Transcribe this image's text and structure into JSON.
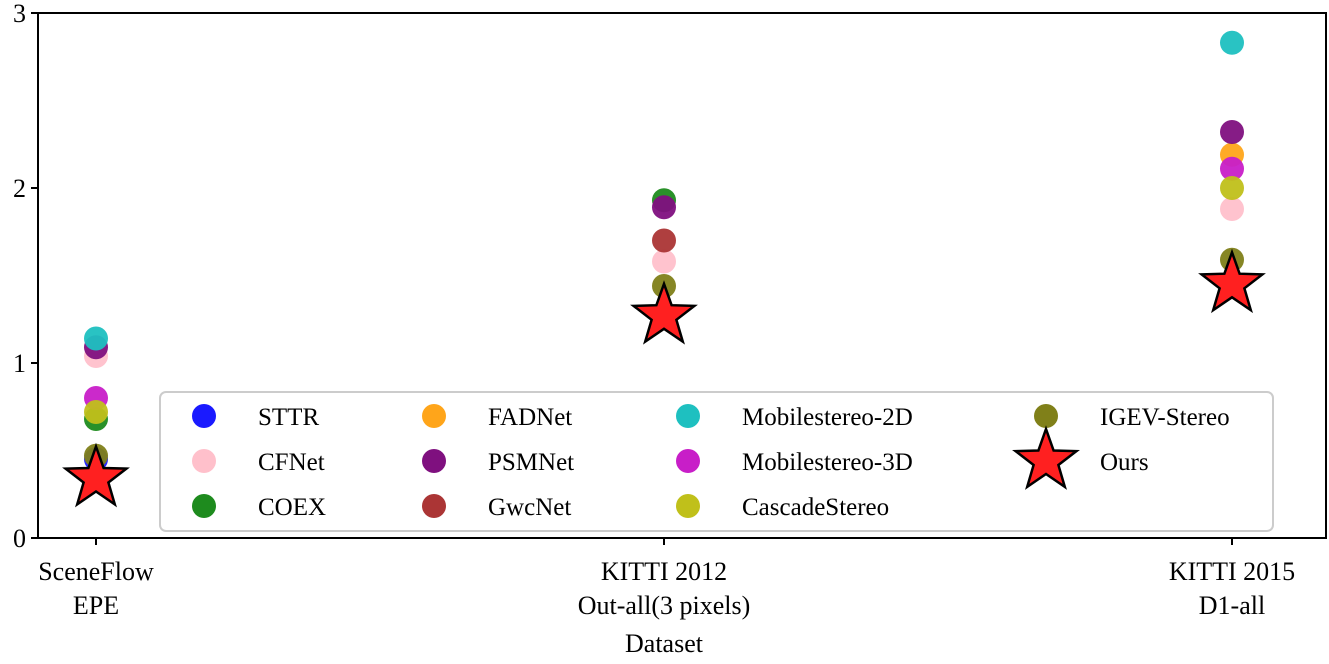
{
  "chart_data": {
    "type": "scatter",
    "xlabel": "Dataset",
    "ylabel": "",
    "ylim": [
      0,
      3
    ],
    "yticks": [
      "0",
      "1",
      "2",
      "3"
    ],
    "categories": [
      {
        "line1": "SceneFlow",
        "line2": "EPE"
      },
      {
        "line1": "KITTI 2012",
        "line2": "Out-all(3 pixels)"
      },
      {
        "line1": "KITTI 2015",
        "line2": "D1-all"
      }
    ],
    "grid": false,
    "legend_position": "lower-right",
    "series": [
      {
        "name": "STTR",
        "color": "#1a1aff",
        "marker": "circle",
        "values": [
          0.45,
          null,
          null
        ]
      },
      {
        "name": "CFNet",
        "color": "#ffc0cb",
        "marker": "circle",
        "values": [
          1.04,
          1.58,
          1.88
        ]
      },
      {
        "name": "COEX",
        "color": "#1e8b1e",
        "marker": "circle",
        "values": [
          0.68,
          1.93,
          null
        ]
      },
      {
        "name": "FADNet",
        "color": "#ffa51a",
        "marker": "circle",
        "values": [
          null,
          null,
          2.19
        ]
      },
      {
        "name": "PSMNet",
        "color": "#7f107f",
        "marker": "circle",
        "values": [
          1.09,
          1.89,
          2.32
        ]
      },
      {
        "name": "GwcNet",
        "color": "#ab3535",
        "marker": "circle",
        "values": [
          null,
          1.7,
          null
        ]
      },
      {
        "name": "Mobilestereo-2D",
        "color": "#1ec0c0",
        "marker": "circle",
        "values": [
          1.14,
          null,
          2.83
        ]
      },
      {
        "name": "Mobilestereo-3D",
        "color": "#c81ec8",
        "marker": "circle",
        "values": [
          0.8,
          null,
          2.11
        ]
      },
      {
        "name": "CascadeStereo",
        "color": "#c0c01a",
        "marker": "circle",
        "values": [
          0.72,
          null,
          2.0
        ]
      },
      {
        "name": "IGEV-Stereo",
        "color": "#808019",
        "marker": "circle",
        "values": [
          0.47,
          1.44,
          1.59
        ]
      },
      {
        "name": "Ours",
        "color": "#ff2020",
        "marker": "star",
        "values": [
          0.34,
          1.27,
          1.45
        ]
      }
    ]
  }
}
